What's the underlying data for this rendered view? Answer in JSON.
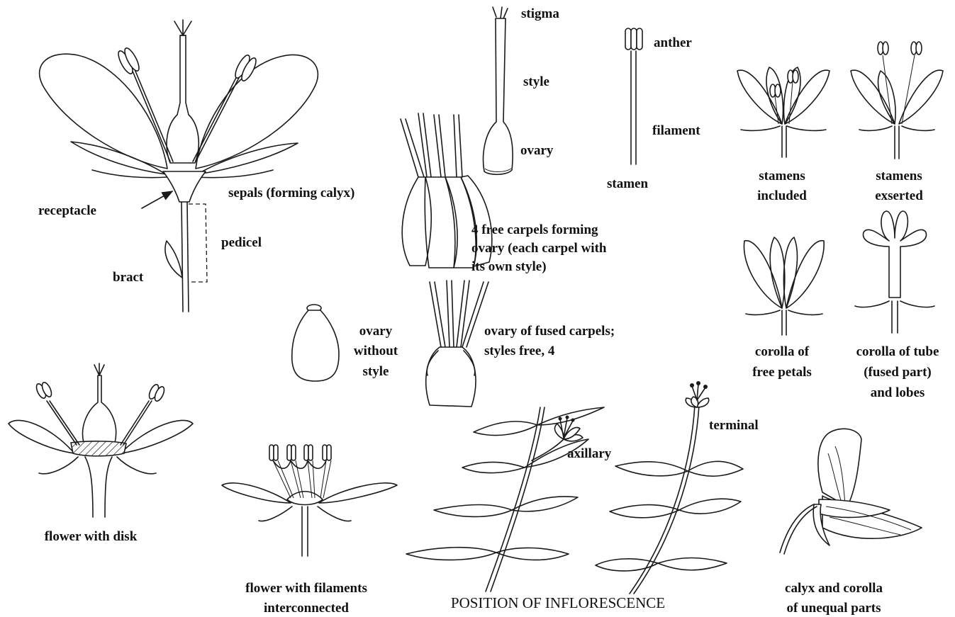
{
  "labels": {
    "stigma": "stigma",
    "style": "style",
    "ovary": "ovary",
    "anther": "anther",
    "filament": "filament",
    "stamen": "stamen",
    "stamens_included": [
      "stamens",
      "included"
    ],
    "stamens_exserted": [
      "stamens",
      "exserted"
    ],
    "receptacle": "receptacle",
    "sepals": "sepals (forming calyx)",
    "pedicel": "pedicel",
    "bract": "bract",
    "free_carpels": [
      "4 free carpels forming",
      "ovary (each carpel with",
      "its own style)"
    ],
    "ovary_without_style": [
      "ovary",
      "without",
      "style"
    ],
    "fused_carpels": [
      "ovary of fused carpels;",
      "styles free, 4"
    ],
    "corolla_free": [
      "corolla of",
      "free petals"
    ],
    "corolla_tube": [
      "corolla of tube",
      "(fused part)",
      "and lobes"
    ],
    "flower_disk": "flower with disk",
    "flower_filaments": [
      "flower with filaments",
      "interconnected"
    ],
    "axillary": "axillary",
    "terminal": "terminal",
    "inflorescence_title": "POSITION OF INFLORESCENCE",
    "unequal_parts": [
      "calyx and corolla",
      "of unequal parts"
    ]
  }
}
